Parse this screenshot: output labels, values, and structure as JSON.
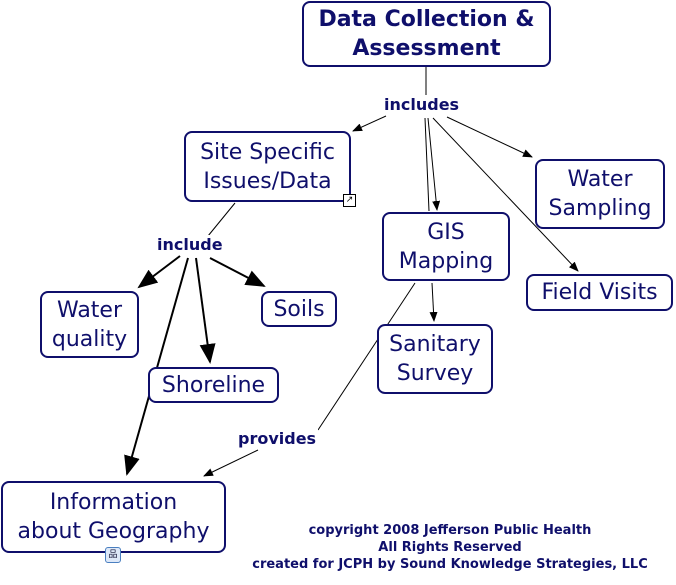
{
  "nodes": {
    "data_collection": "Data Collection &\nAssessment",
    "site_specific": "Site Specific\nIssues/Data",
    "water_sampling": "Water\nSampling",
    "gis_mapping": "GIS\nMapping",
    "field_visits": "Field Visits",
    "water_quality": "Water\nquality",
    "soils": "Soils",
    "shoreline": "Shoreline",
    "sanitary_survey": "Sanitary\nSurvey",
    "info_geography": "Information\nabout Geography"
  },
  "links": {
    "includes": "includes",
    "include": "include",
    "provides": "provides"
  },
  "footer": {
    "line1": "copyright 2008 Jefferson Public Health",
    "line2": "All Rights Reserved",
    "line3": "created for JCPH by Sound Knowledge Strategies, LLC"
  },
  "colors": {
    "node_border": "#0f0f6b",
    "text": "#0f0f6b"
  }
}
